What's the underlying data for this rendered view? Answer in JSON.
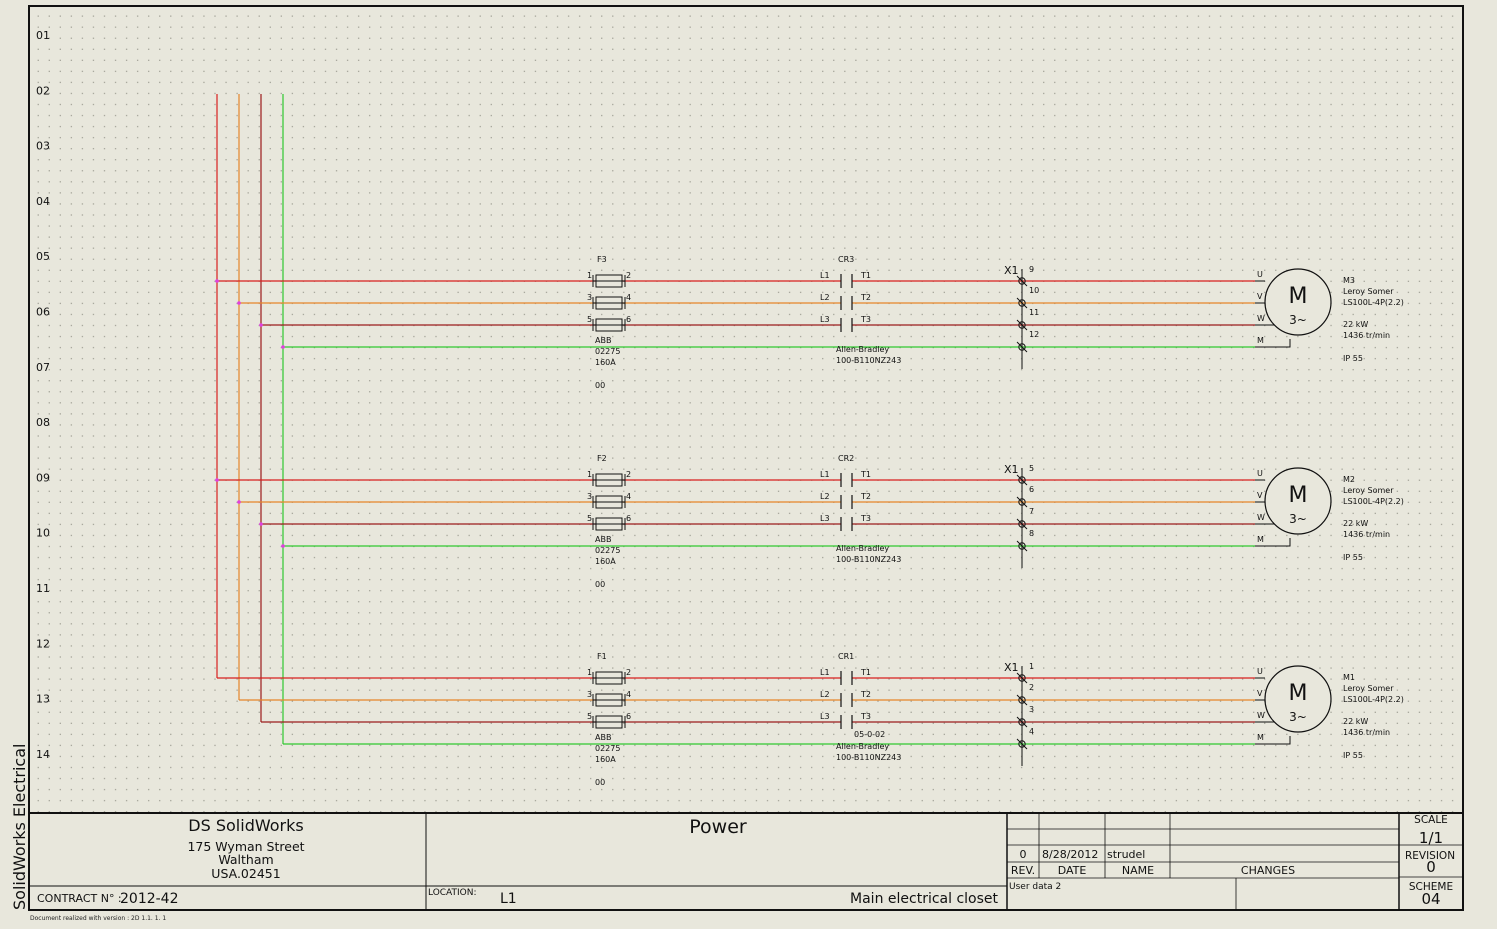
{
  "software_label": "SolidWorks Electrical",
  "row_labels": [
    "01",
    "02",
    "03",
    "04",
    "05",
    "06",
    "07",
    "08",
    "09",
    "10",
    "11",
    "12",
    "13",
    "14"
  ],
  "colors": {
    "phase_l1": "#d8201e",
    "phase_l2": "#e6862a",
    "phase_l3": "#9b1c1c",
    "earth": "#30c830",
    "junction": "#e040e0",
    "background": "#e8e7dc",
    "ink": "#111111"
  },
  "circuits": [
    {
      "fuse": {
        "tag": "F3",
        "pins": [
          "1",
          "2",
          "3",
          "4",
          "5",
          "6"
        ],
        "maker": "ABB",
        "ref": "02275",
        "rating": "160A",
        "extra": "00"
      },
      "contactor": {
        "tag": "CR3",
        "inputs": [
          "L1",
          "L2",
          "L3"
        ],
        "outputs": [
          "T1",
          "T2",
          "T3"
        ],
        "maker": "Allen-Bradley",
        "ref": "100-B110NZ243",
        "note": ""
      },
      "terminal": {
        "tag": "X1",
        "numbers": [
          "9",
          "10",
          "11",
          "12"
        ]
      },
      "motor": {
        "tag": "M3",
        "maker": "Leroy Somer",
        "model": "LS100L-4P(2.2)",
        "power": "22 kW",
        "speed": "1436 tr/min",
        "protection": "IP 55",
        "letter": "M",
        "phase": "3~",
        "terminals": [
          "U",
          "V",
          "W",
          "M"
        ]
      }
    },
    {
      "fuse": {
        "tag": "F2",
        "pins": [
          "1",
          "2",
          "3",
          "4",
          "5",
          "6"
        ],
        "maker": "ABB",
        "ref": "02275",
        "rating": "160A",
        "extra": "00"
      },
      "contactor": {
        "tag": "CR2",
        "inputs": [
          "L1",
          "L2",
          "L3"
        ],
        "outputs": [
          "T1",
          "T2",
          "T3"
        ],
        "maker": "Allen-Bradley",
        "ref": "100-B110NZ243",
        "note": ""
      },
      "terminal": {
        "tag": "X1",
        "numbers": [
          "5",
          "6",
          "7",
          "8"
        ]
      },
      "motor": {
        "tag": "M2",
        "maker": "Leroy Somer",
        "model": "LS100L-4P(2.2)",
        "power": "22 kW",
        "speed": "1436 tr/min",
        "protection": "IP 55",
        "letter": "M",
        "phase": "3~",
        "terminals": [
          "U",
          "V",
          "W",
          "M"
        ]
      }
    },
    {
      "fuse": {
        "tag": "F1",
        "pins": [
          "1",
          "2",
          "3",
          "4",
          "5",
          "6"
        ],
        "maker": "ABB",
        "ref": "02275",
        "rating": "160A",
        "extra": "00"
      },
      "contactor": {
        "tag": "CR1",
        "inputs": [
          "L1",
          "L2",
          "L3"
        ],
        "outputs": [
          "T1",
          "T2",
          "T3"
        ],
        "maker": "Allen-Bradley",
        "ref": "100-B110NZ243",
        "note": "05-0-02"
      },
      "terminal": {
        "tag": "X1",
        "numbers": [
          "1",
          "2",
          "3",
          "4"
        ]
      },
      "motor": {
        "tag": "M1",
        "maker": "Leroy Somer",
        "model": "LS100L-4P(2.2)",
        "power": "22 kW",
        "speed": "1436 tr/min",
        "protection": "IP 55",
        "letter": "M",
        "phase": "3~",
        "terminals": [
          "U",
          "V",
          "W",
          "M"
        ]
      }
    }
  ],
  "title_block": {
    "company": "DS SolidWorks",
    "address": [
      "175 Wyman Street",
      "Waltham",
      "USA.02451"
    ],
    "contract_label": "CONTRACT N° :",
    "contract_value": "2012-42",
    "title": "Power",
    "location_label": "LOCATION:",
    "location_value": "L1",
    "location_desc": "Main electrical closet",
    "revision_row": {
      "rev": "0",
      "date": "8/28/2012",
      "name": "strudel"
    },
    "rev_header": "REV.",
    "date_header": "DATE",
    "name_header": "NAME",
    "changes_header": "CHANGES",
    "user_data": "User data 2",
    "scale_label": "SCALE",
    "scale_value": "1/1",
    "revision_label": "REVISION",
    "revision_value": "0",
    "scheme_label": "SCHEME",
    "scheme_value": "04"
  },
  "footer_note": "Document realized with version : 2D 1.1. 1. 1"
}
